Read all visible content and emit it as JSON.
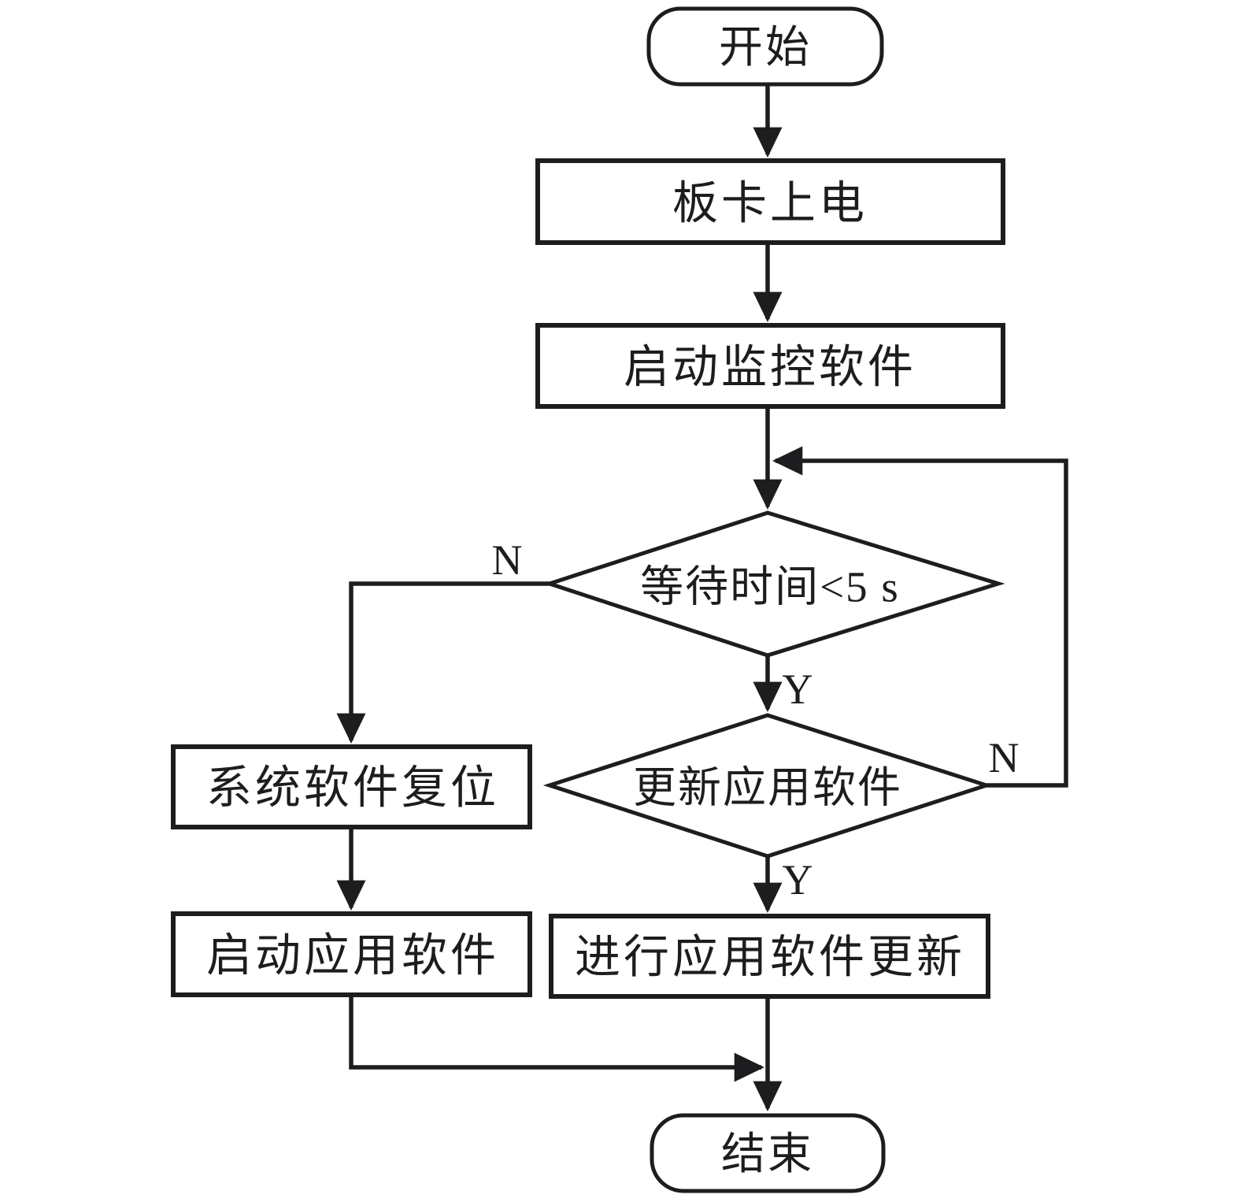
{
  "diagram": {
    "type": "flowchart",
    "title": "",
    "orientation": "top-to-bottom",
    "colors": {
      "stroke": "#1d1d1f",
      "fill": "#ffffff",
      "background": "#ffffff"
    },
    "nodes": [
      {
        "id": "start",
        "shape": "terminal",
        "label": "开始"
      },
      {
        "id": "power_on",
        "shape": "process",
        "label": "板卡上电"
      },
      {
        "id": "start_monitor",
        "shape": "process",
        "label": "启动监控软件"
      },
      {
        "id": "wait_check",
        "shape": "decision",
        "label": "等待时间<5 s"
      },
      {
        "id": "update_check",
        "shape": "decision",
        "label": "更新应用软件"
      },
      {
        "id": "sys_reset",
        "shape": "process",
        "label": "系统软件复位"
      },
      {
        "id": "start_app",
        "shape": "process",
        "label": "启动应用软件"
      },
      {
        "id": "do_update",
        "shape": "process",
        "label": "进行应用软件更新"
      },
      {
        "id": "end",
        "shape": "terminal",
        "label": "结束"
      }
    ],
    "edges": [
      {
        "from": "start",
        "to": "power_on",
        "label": ""
      },
      {
        "from": "power_on",
        "to": "start_monitor",
        "label": ""
      },
      {
        "from": "start_monitor",
        "to": "wait_check",
        "label": ""
      },
      {
        "from": "wait_check",
        "to": "sys_reset",
        "label": "N"
      },
      {
        "from": "wait_check",
        "to": "update_check",
        "label": "Y"
      },
      {
        "from": "update_check",
        "to": "wait_check",
        "label": "N"
      },
      {
        "from": "update_check",
        "to": "do_update",
        "label": "Y"
      },
      {
        "from": "sys_reset",
        "to": "start_app",
        "label": ""
      },
      {
        "from": "start_app",
        "to": "end",
        "label": ""
      },
      {
        "from": "do_update",
        "to": "end",
        "label": ""
      }
    ],
    "branch_labels": {
      "wait_no": "N",
      "wait_yes": "Y",
      "update_no": "N",
      "update_yes": "Y"
    }
  }
}
